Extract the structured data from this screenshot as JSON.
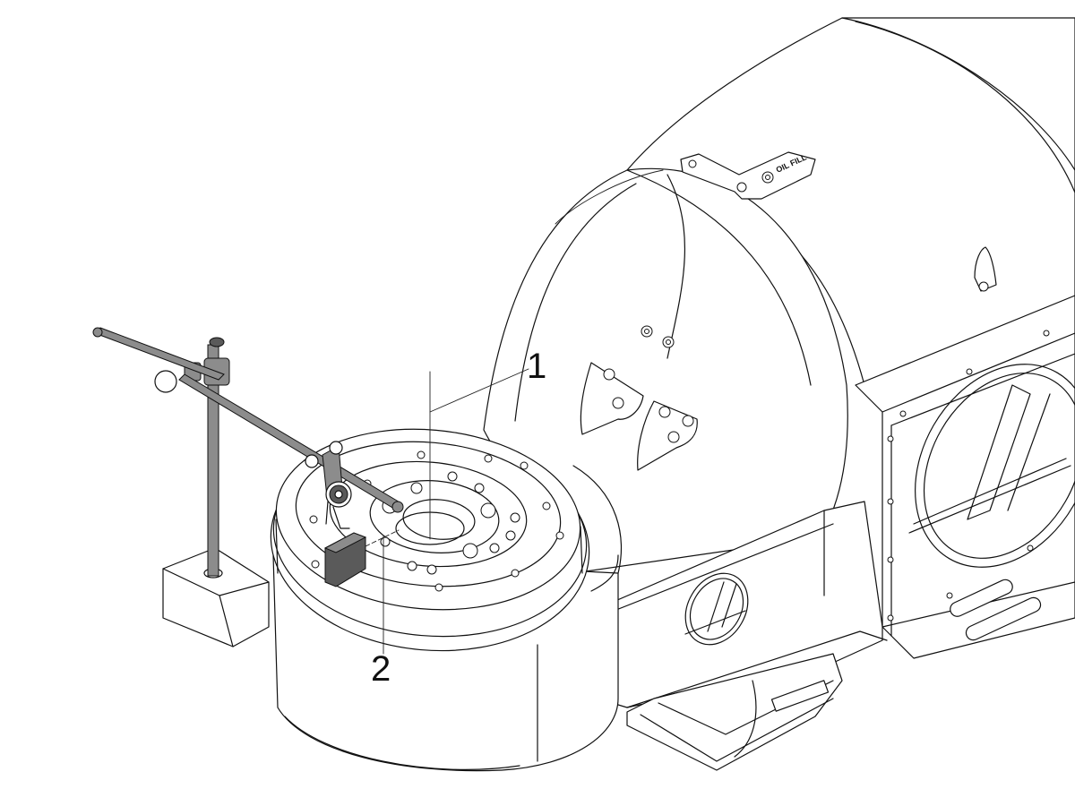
{
  "callouts": [
    {
      "id": "1",
      "label": "1"
    },
    {
      "id": "2",
      "label": "2"
    }
  ],
  "decals": {
    "oil_fill": "OIL FILL"
  },
  "icons": [
    "haas-logo-icon",
    "dial-indicator-icon",
    "magnetic-base-icon"
  ],
  "colors": {
    "line": "#111111",
    "background": "#ffffff",
    "rod_gray": "#8c8c8c",
    "block_gray": "#5a5a5a"
  }
}
